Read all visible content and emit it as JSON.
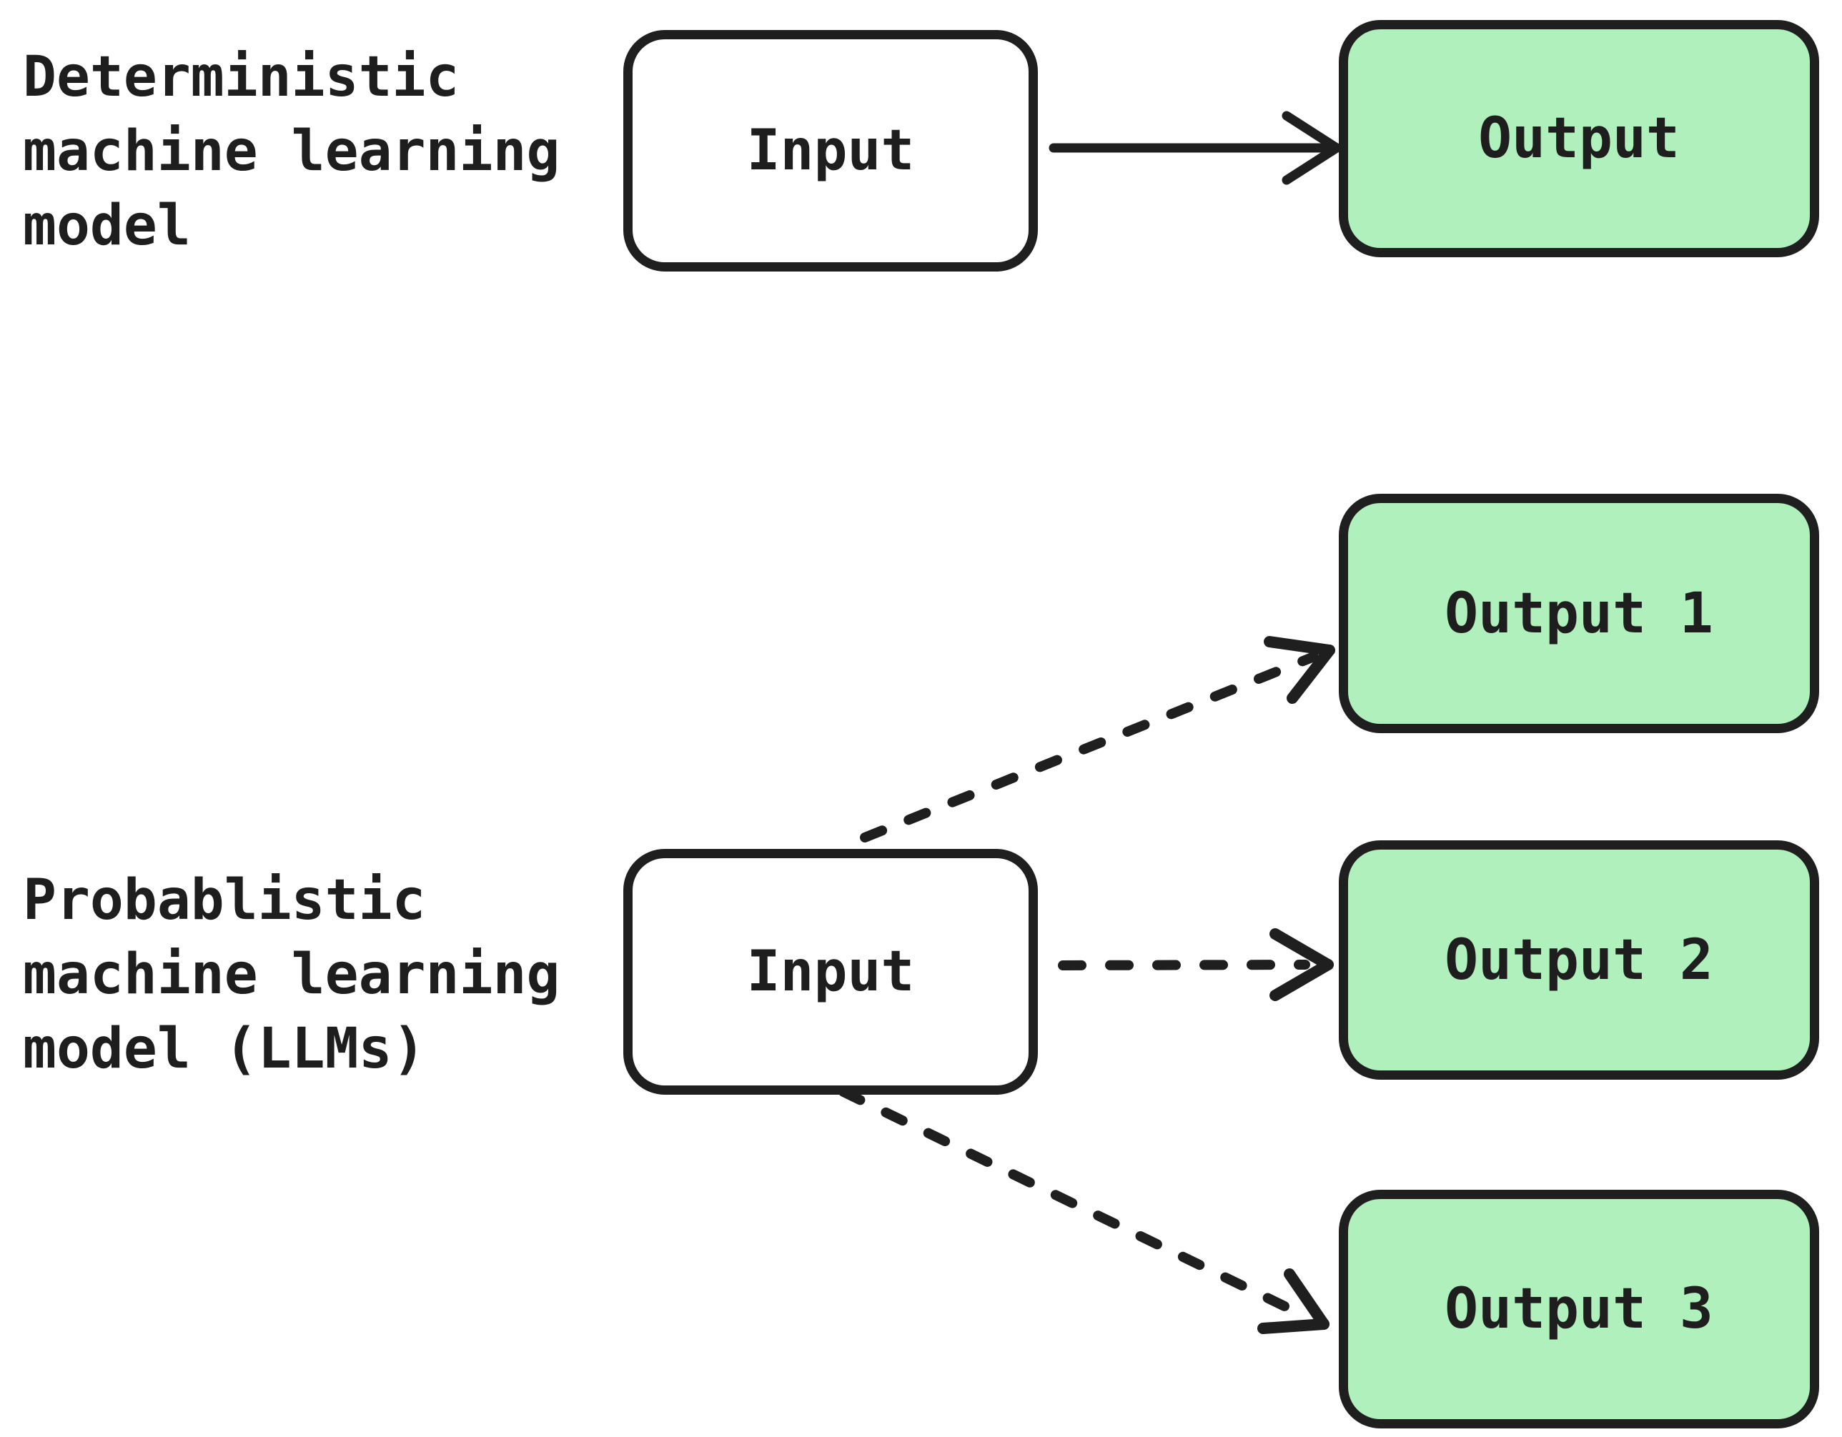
{
  "canvas": {
    "background": "#ffffff",
    "ink": "#1f1f1f",
    "box_fill_green": "#aff0bc",
    "box_fill_white": "#ffffff",
    "text_color": "#1e1e1e"
  },
  "deterministic_section": {
    "caption": "Deterministic\nmachine learning\nmodel",
    "input_box": {
      "label": "Input"
    },
    "output_box": {
      "label": "Output"
    },
    "arrow": {
      "style": "solid",
      "from": "Input",
      "to": "Output"
    }
  },
  "probablistic_section": {
    "caption": "Probablistic\nmachine learning\nmodel (LLMs)",
    "input_box": {
      "label": "Input"
    },
    "output_boxes": [
      {
        "label": "Output 1"
      },
      {
        "label": "Output 2"
      },
      {
        "label": "Output 3"
      }
    ],
    "arrows": [
      {
        "style": "dashed",
        "from": "Input",
        "to": "Output 1"
      },
      {
        "style": "dashed",
        "from": "Input",
        "to": "Output 2"
      },
      {
        "style": "dashed",
        "from": "Input",
        "to": "Output 3"
      }
    ]
  }
}
